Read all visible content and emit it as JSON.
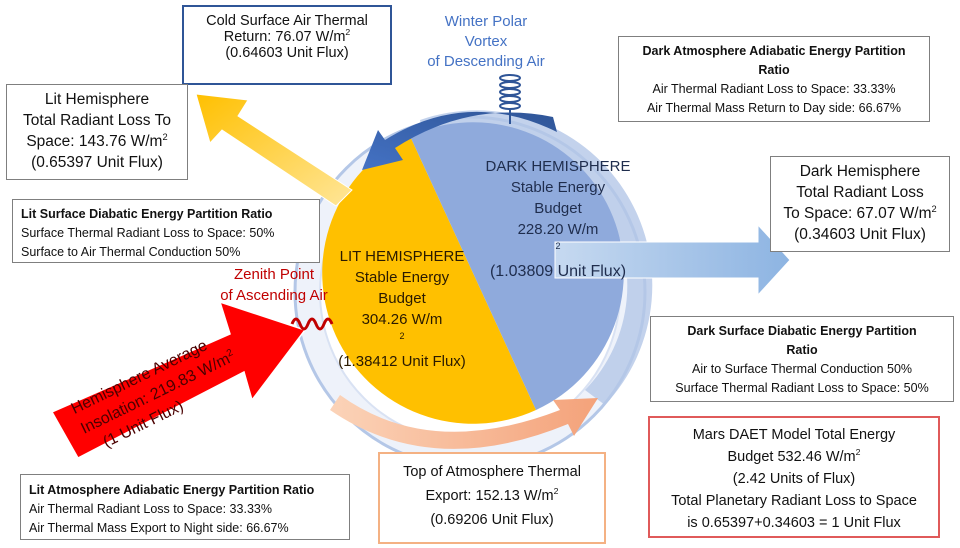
{
  "cold_return": {
    "title": "Cold Surface Air Thermal",
    "line2_pre": "Return: 76.07 W/m",
    "sup": "2",
    "line3": "(0.64603 Unit Flux)"
  },
  "vortex": {
    "l1": "Winter Polar",
    "l2": "Vortex",
    "l3": "of Descending Air"
  },
  "lit_loss": {
    "l1": "Lit Hemisphere",
    "l2": "Total Radiant Loss To",
    "l3_pre": "Space: 143.76 W/m",
    "sup": "2",
    "l4": "(0.65397 Unit Flux)"
  },
  "dark_atm_ratio": {
    "title1": "Dark Atmosphere Adiabatic Energy Partition",
    "title2": "Ratio",
    "l1": "Air Thermal Radiant Loss to Space: 33.33%",
    "l2": "Air Thermal Mass Return to Day side: 66.67%"
  },
  "dark_loss": {
    "l1": "Dark Hemisphere",
    "l2": "Total Radiant Loss",
    "l3_pre": "To Space: 67.07 W/m",
    "sup": "2",
    "l4": "(0.34603 Unit Flux)"
  },
  "lit_surface_ratio": {
    "title": "Lit Surface Diabatic Energy Partition Ratio",
    "l1": "Surface Thermal Radiant Loss to Space: 50%",
    "l2": "Surface to Air Thermal Conduction 50%"
  },
  "zenith": {
    "l1": "Zenith Point",
    "l2": "of Ascending Air"
  },
  "dark_hemi": {
    "l1": "DARK HEMISPHERE",
    "l2": "Stable Energy",
    "l3": "Budget",
    "l4_pre": "228.20 W/m",
    "sup": "2",
    "l5": "(1.03809 Unit Flux)"
  },
  "lit_hemi": {
    "l1": "LIT HEMISPHERE",
    "l2": "Stable Energy",
    "l3": "Budget",
    "l4_pre": "304.26 W/m",
    "sup": "2",
    "l5": "(1.38412 Unit Flux)"
  },
  "dark_surface_ratio": {
    "title1": "Dark Surface Diabatic Energy Partition",
    "title2": "Ratio",
    "l1": "Air to Surface Thermal Conduction 50%",
    "l2": "Surface Thermal Radiant Loss to Space: 50%"
  },
  "insolation": {
    "l1": "Hemisphere Average",
    "l2_pre": "Insolation: 219.83 W/m",
    "sup": "2",
    "l3": "(1 Unit Flux)"
  },
  "toa_export": {
    "l1": "Top of Atmosphere Thermal",
    "l2_pre": "Export: 152.13 W/m",
    "sup": "2",
    "l3": "(0.69206 Unit Flux)"
  },
  "total_budget": {
    "l1": "Mars DAET Model Total Energy",
    "l2": "Budget 532.46 W/m",
    "sup": "2",
    "l3": "(2.42 Units of Flux)",
    "l4": "Total Planetary Radiant Loss to Space",
    "l5": "is 0.65397+0.34603 = 1 Unit Flux"
  },
  "lit_atm_ratio": {
    "title": "Lit Atmosphere Adiabatic Energy Partition Ratio",
    "l1": "Air Thermal Radiant Loss to Space: 33.33%",
    "l2": "Air Thermal Mass Export to Night side: 66.67%"
  },
  "colors": {
    "lit": "#ffc000",
    "dark": "#8faadc",
    "insolation": "#ff0000",
    "arrow_yellow": "#ffc93c",
    "arrow_blue": "#9dc3e6",
    "arrow_orange": "#f4a27a",
    "vortex_text": "#4472c4",
    "zenith_text": "#c00000"
  }
}
